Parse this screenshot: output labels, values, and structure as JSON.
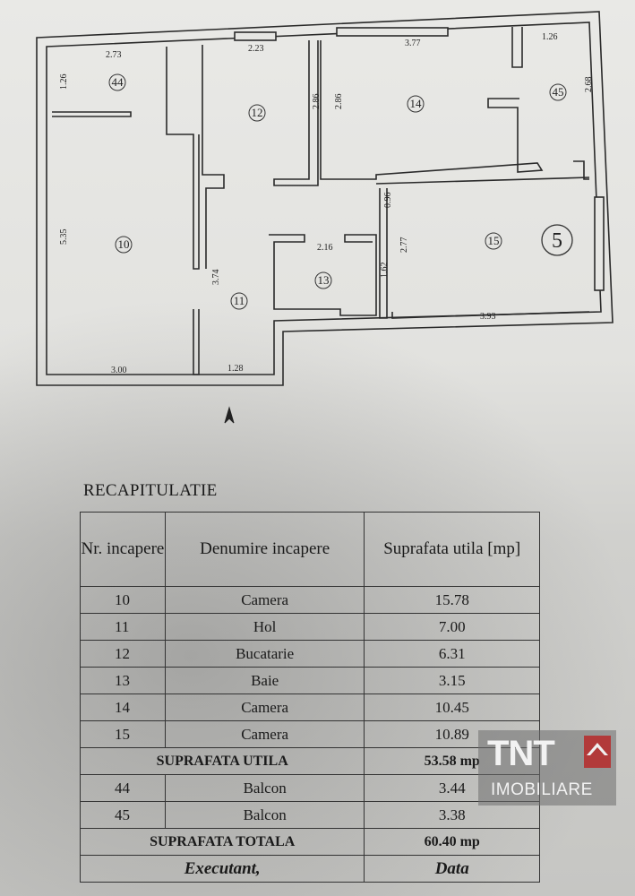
{
  "plan": {
    "apartment_number": "5",
    "dimensions": {
      "d_273": "2.73",
      "d_126a": "1.26",
      "d_223": "2.23",
      "d_286a": "2.86",
      "d_286b": "2.86",
      "d_377": "3.77",
      "d_126b": "1.26",
      "d_268": "2.68",
      "d_535": "5.35",
      "d_374": "3.74",
      "d_096": "0.96",
      "d_216": "2.16",
      "d_162": "1.62",
      "d_277": "2.77",
      "d_393": "3.93",
      "d_300": "3.00",
      "d_128": "1.28"
    },
    "rooms": {
      "r44": "44",
      "r12": "12",
      "r14": "14",
      "r45": "45",
      "r10": "10",
      "r15": "15",
      "r11": "11",
      "r13": "13"
    }
  },
  "recap": {
    "title": "RECAPITULATIE",
    "headers": {
      "nr": "Nr. incapere",
      "name": "Denumire incapere",
      "area": "Suprafata utila [mp]"
    },
    "rows": [
      {
        "nr": "10",
        "name": "Camera",
        "area": "15.78"
      },
      {
        "nr": "11",
        "name": "Hol",
        "area": "7.00"
      },
      {
        "nr": "12",
        "name": "Bucatarie",
        "area": "6.31"
      },
      {
        "nr": "13",
        "name": "Baie",
        "area": "3.15"
      },
      {
        "nr": "14",
        "name": "Camera",
        "area": "10.45"
      },
      {
        "nr": "15",
        "name": "Camera",
        "area": "10.89"
      }
    ],
    "useful_label": "SUPRAFATA UTILA",
    "useful_value": "53.58 mp",
    "balconies": [
      {
        "nr": "44",
        "name": "Balcon",
        "area": "3.44"
      },
      {
        "nr": "45",
        "name": "Balcon",
        "area": "3.38"
      }
    ],
    "total_label": "SUPRAFATA TOTALA",
    "total_value": "60.40 mp",
    "executant": "Executant,",
    "date": "Data"
  },
  "logo": {
    "main": "TNT",
    "sub": "IMOBILIARE"
  }
}
